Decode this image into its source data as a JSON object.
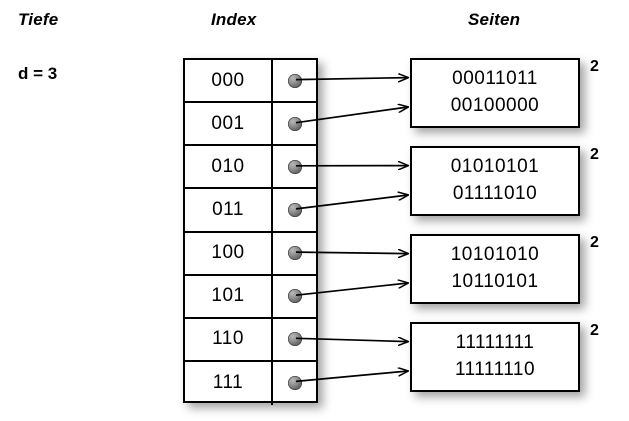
{
  "headings": {
    "depth": "Tiefe",
    "index": "Index",
    "pages": "Seiten"
  },
  "depth": {
    "label": "d = 3"
  },
  "index_table": {
    "rows": [
      {
        "key": "000",
        "pointer_icon": "filled-circle-bullet",
        "target": 0
      },
      {
        "key": "001",
        "pointer_icon": "filled-circle-bullet",
        "target": 0
      },
      {
        "key": "010",
        "pointer_icon": "filled-circle-bullet",
        "target": 1
      },
      {
        "key": "011",
        "pointer_icon": "filled-circle-bullet",
        "target": 1
      },
      {
        "key": "100",
        "pointer_icon": "filled-circle-bullet",
        "target": 2
      },
      {
        "key": "101",
        "pointer_icon": "filled-circle-bullet",
        "target": 2
      },
      {
        "key": "110",
        "pointer_icon": "filled-circle-bullet",
        "target": 3
      },
      {
        "key": "111",
        "pointer_icon": "filled-circle-bullet",
        "target": 3
      }
    ]
  },
  "pages": [
    {
      "lines": [
        "00011011",
        "00100000"
      ],
      "count": "2"
    },
    {
      "lines": [
        "01010101",
        "01111010"
      ],
      "count": "2"
    },
    {
      "lines": [
        "10101010",
        "10110101"
      ],
      "count": "2"
    },
    {
      "lines": [
        "11111111",
        "11111110"
      ],
      "count": "2"
    }
  ],
  "colors": {
    "background": "#ffffff",
    "stroke": "#000000",
    "bullet_dark": "#3f3f3f",
    "bullet_light": "#b9b9b9"
  }
}
